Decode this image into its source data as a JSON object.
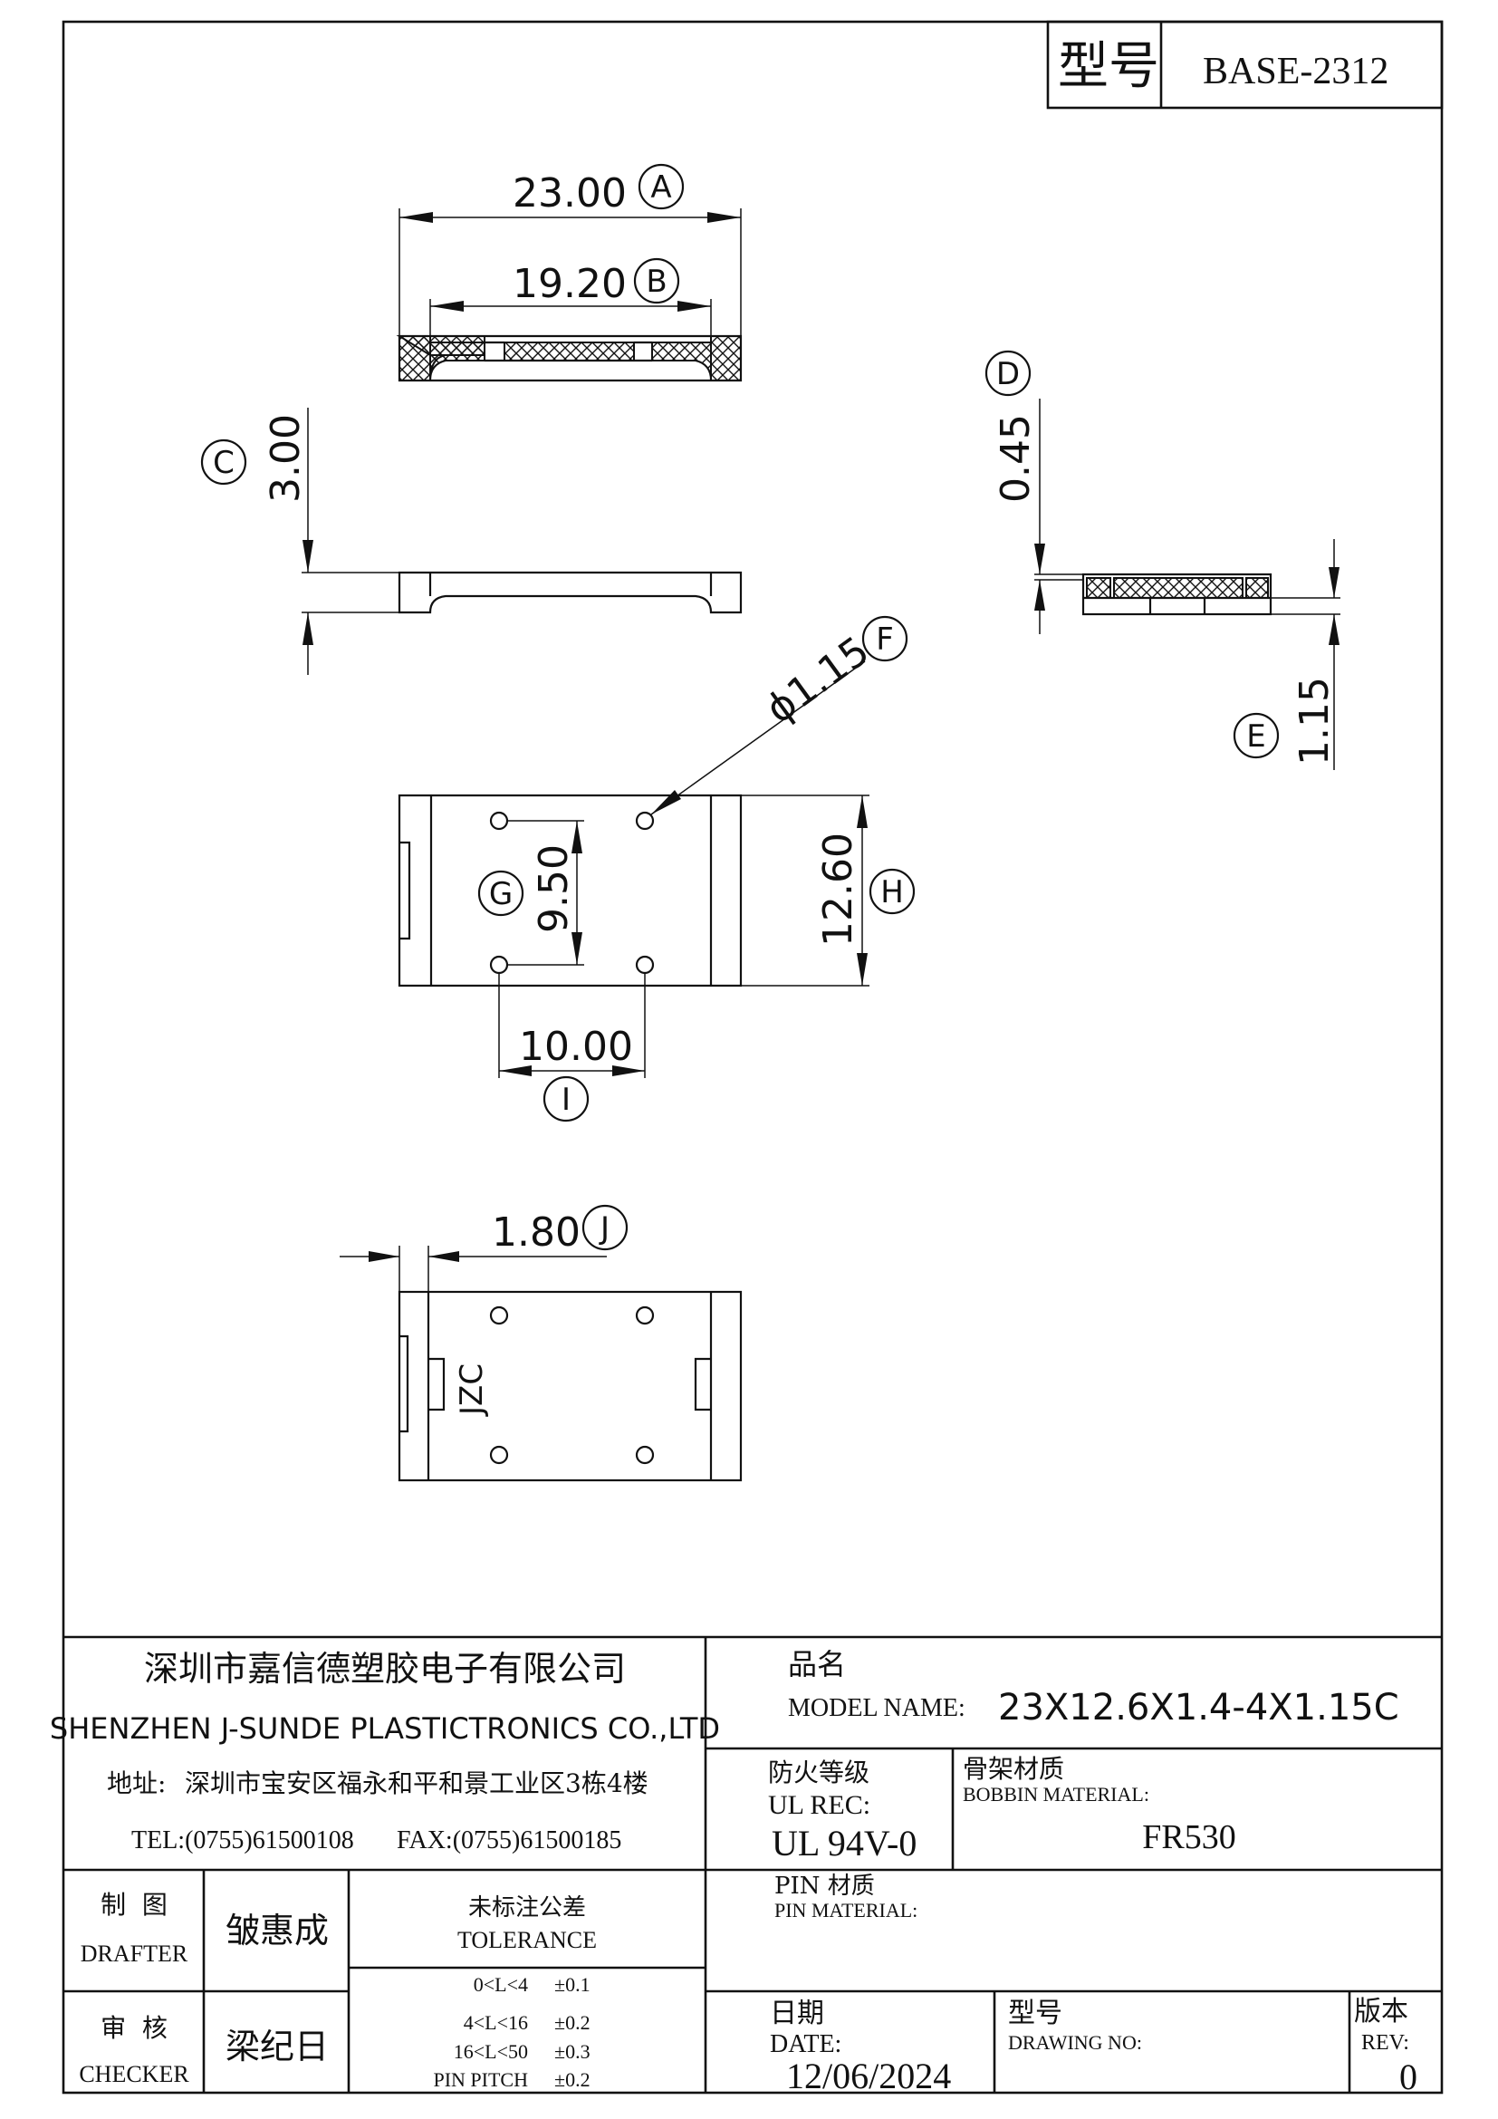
{
  "title_block_top": {
    "model_label": "型号",
    "model_value": "BASE-2312"
  },
  "dimensions": {
    "A": {
      "value": "23.00",
      "letter": "A"
    },
    "B": {
      "value": "19.20",
      "letter": "B"
    },
    "C": {
      "value": "3.00",
      "letter": "C"
    },
    "D": {
      "value": "0.45",
      "letter": "D"
    },
    "E": {
      "value": "1.15",
      "letter": "E"
    },
    "F": {
      "value": "ϕ1.15",
      "letter": "F"
    },
    "G": {
      "value": "9.50",
      "letter": "G"
    },
    "H": {
      "value": "12.60",
      "letter": "H"
    },
    "I": {
      "value": "10.00",
      "letter": "I"
    },
    "J": {
      "value": "1.80",
      "letter": "J"
    }
  },
  "part_marking": "JZC",
  "company": {
    "name_cn": "深圳市嘉信德塑胶电子有限公司",
    "name_en": "SHENZHEN J-SUNDE PLASTICTRONICS CO.,LTD",
    "address_label": "地址:",
    "address": "深圳市宝安区福永和平和景工业区3栋4楼",
    "tel": "TEL:(0755)61500108",
    "fax": "FAX:(0755)61500185"
  },
  "product": {
    "name_cn": "品名",
    "name_en": "MODEL NAME:",
    "value": "23X12.6X1.4-4X1.15C"
  },
  "fire_rating": {
    "label_cn": "防火等级",
    "label_en": "UL REC:",
    "value": "UL 94V-0"
  },
  "bobbin_material": {
    "label_cn": "骨架材质",
    "label_en": "BOBBIN MATERIAL:",
    "value": "FR530"
  },
  "pin_material": {
    "label_cn": "PIN 材质",
    "label_en": "PIN MATERIAL:",
    "value": ""
  },
  "drafter": {
    "label_cn": "制  图",
    "label_en": "DRAFTER",
    "name": "皱惠成"
  },
  "checker": {
    "label_cn": "审  核",
    "label_en": "CHECKER",
    "name": "梁纪日"
  },
  "tolerance": {
    "label_cn": "未标注公差",
    "label_en": "TOLERANCE",
    "rows": [
      {
        "range": "0<L<4",
        "value": "±0.1"
      },
      {
        "range": "4<L<16",
        "value": "±0.2"
      },
      {
        "range": "16<L<50",
        "value": "±0.3"
      },
      {
        "range": "PIN PITCH",
        "value": "±0.2"
      }
    ]
  },
  "date": {
    "label_cn": "日期",
    "label_en": "DATE:",
    "value": "12/06/2024"
  },
  "drawing_no": {
    "label_cn": "型号",
    "label_en": "DRAWING NO:",
    "value": ""
  },
  "revision": {
    "label_cn": "版本",
    "label_en": "REV:",
    "value": "0"
  }
}
